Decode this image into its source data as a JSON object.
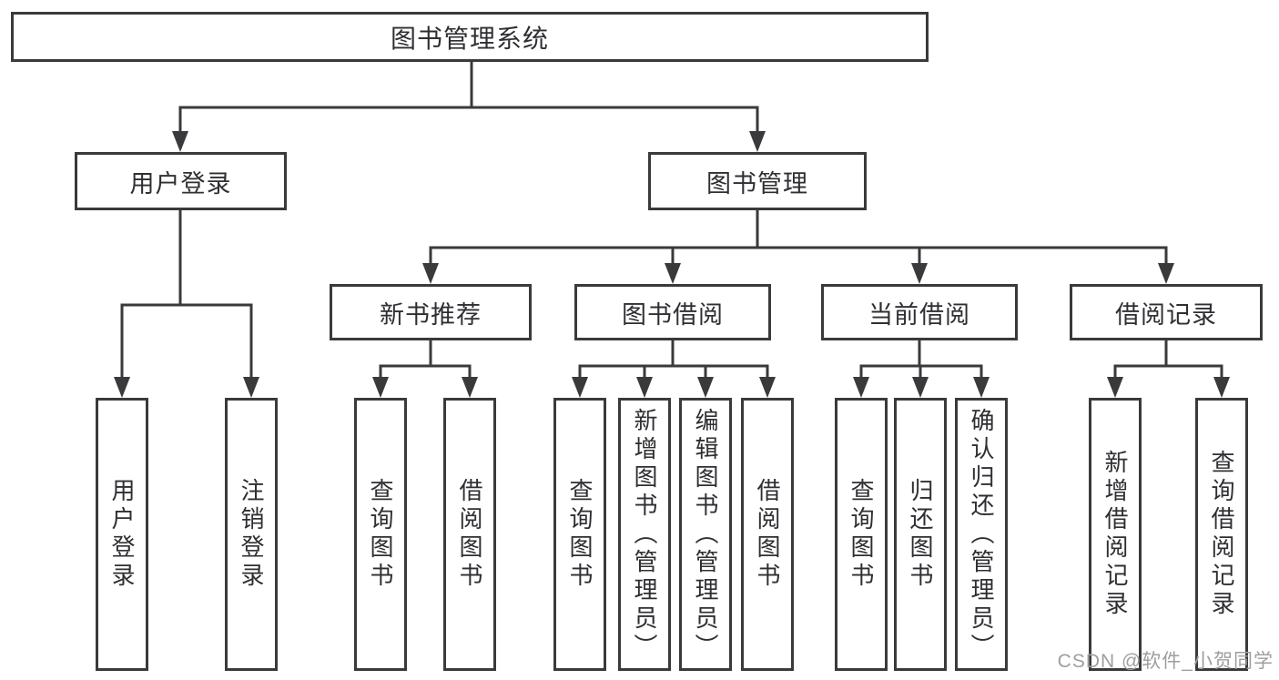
{
  "tree": {
    "label": "图书管理系统",
    "children": [
      {
        "label": "用户登录",
        "children": [
          {
            "label": "用户登录"
          },
          {
            "label": "注销登录"
          }
        ]
      },
      {
        "label": "图书管理",
        "children": [
          {
            "label": "新书推荐",
            "children": [
              {
                "label": "查询图书"
              },
              {
                "label": "借阅图书"
              }
            ]
          },
          {
            "label": "图书借阅",
            "children": [
              {
                "label": "查询图书"
              },
              {
                "label": "新增图书（管理员）"
              },
              {
                "label": "编辑图书（管理员）"
              },
              {
                "label": "借阅图书"
              }
            ]
          },
          {
            "label": "当前借阅",
            "children": [
              {
                "label": "查询图书"
              },
              {
                "label": "归还图书"
              },
              {
                "label": "确认归还（管理员）"
              }
            ]
          },
          {
            "label": "借阅记录",
            "children": [
              {
                "label": "新增借阅记录"
              },
              {
                "label": "查询借阅记录"
              }
            ]
          }
        ]
      }
    ]
  },
  "watermark": "CSDN @软件_小贺同学",
  "colors": {
    "line": "#3a3a3c",
    "box_border": "#3a3a3c",
    "text": "#2f2f33",
    "watermark": "#9e9e9e",
    "background": "#ffffff"
  }
}
